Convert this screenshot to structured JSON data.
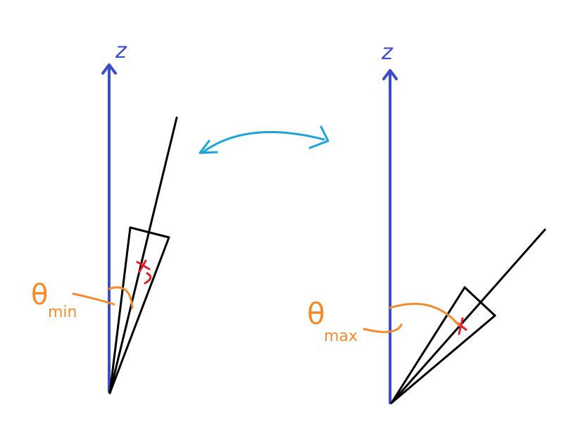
{
  "labels": {
    "left_axis": "z",
    "right_axis": "z",
    "left_angle_symbol": "θ",
    "left_angle_subscript": "min",
    "right_angle_symbol": "θ",
    "right_angle_subscript": "max"
  },
  "colors": {
    "axis": "#3d4cc8",
    "line": "#000000",
    "angle": "#f58a2a",
    "marker": "#e0202a",
    "arrow": "#1aa3dd"
  }
}
